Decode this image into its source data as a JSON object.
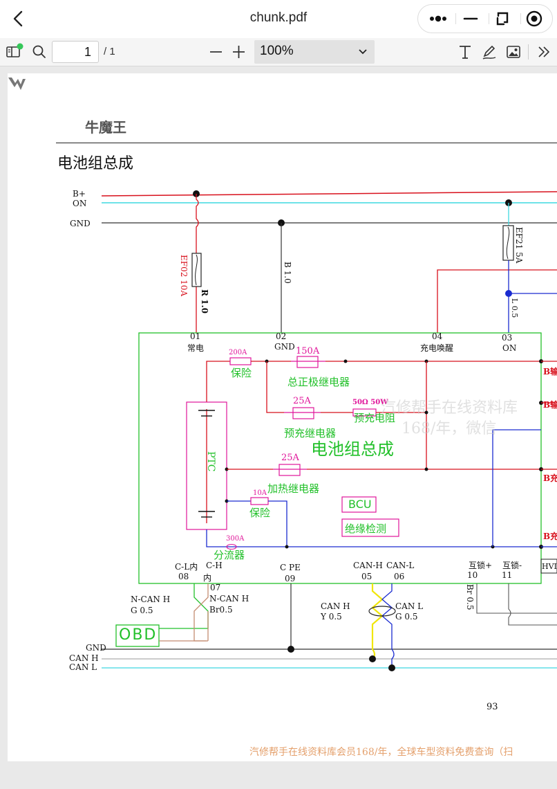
{
  "app": {
    "file_title": "chunk.pdf"
  },
  "toolbar": {
    "page_current": "1",
    "page_total": "/ 1",
    "zoom": "100%"
  },
  "colors": {
    "accent_dot": "#35c759",
    "wire_red": "#d8101c",
    "wire_cyan": "#3fd8e0",
    "wire_green": "#22c02a",
    "wire_blue": "#1a2bd0",
    "wire_magenta": "#e0159a"
  },
  "document": {
    "logo_text": "牛魔王",
    "heading": "电池组总成",
    "page_number": "93",
    "footer": "汽修帮手在线资料库会员168/年，全球车型资料免费查询（扫",
    "watermark_1": "汽修帮手在线资料库",
    "watermark_2": "168/年，微信",
    "rails": {
      "b_plus": "B+",
      "on": "ON",
      "gnd": "GND"
    },
    "fuses": {
      "ef02": "EF02 10A",
      "ef21": "EF21 5A"
    },
    "wires": {
      "r10": "R 1.0",
      "b10": "B 1.0",
      "l05": "L 0.5"
    },
    "pins_top": [
      {
        "num": "01",
        "label": "常电"
      },
      {
        "num": "02",
        "label": "GND"
      },
      {
        "num": "04",
        "label": "充电唤醒"
      },
      {
        "num": "03",
        "label": "ON"
      }
    ],
    "components": {
      "fuse_200a": "200A",
      "fuse_200a_label": "保险",
      "relay_150a": "150A",
      "relay_main_label": "总正极继电器",
      "relay_25a_pre": "25A",
      "relay_pre_label": "预充继电器",
      "resistor_value": "50Ω 50W",
      "resistor_label": "预充电阻",
      "assembly_label": "电池组总成",
      "ptc": "PTC",
      "relay_25a_heat": "25A",
      "relay_heat_label": "加热继电器",
      "fuse_10a": "10A",
      "fuse_10a_label": "保险",
      "bcu": "BCU",
      "insulation": "绝缘检测",
      "shunt_300a": "300A",
      "shunt_label": "分流器"
    },
    "right_labels": [
      "B输",
      "B输",
      "B充",
      "B充"
    ],
    "pins_bottom": [
      {
        "name": "C-L内",
        "num": "08"
      },
      {
        "name": "C-H",
        "num": "内"
      },
      {
        "name": "C PE",
        "num": "09"
      },
      {
        "name": "CAN-H",
        "num": "05"
      },
      {
        "name": "CAN-L",
        "num": "06"
      },
      {
        "name": "互锁+",
        "num": "10"
      },
      {
        "name": "互锁-",
        "num": "11"
      }
    ],
    "hvil": "HVI",
    "pin07": "07",
    "ncan_h_left": "N-CAN H",
    "ncan_h_left_wire": "G 0.5",
    "ncan_h_right": "N-CAN H",
    "ncan_h_right_wire": "Br0.5",
    "obd": "OBD",
    "can_h": "CAN H",
    "can_h_wire": "Y 0.5",
    "can_l": "CAN L",
    "can_l_wire": "G 0.5",
    "br05": "Br 0.5",
    "bottom_rails": {
      "gnd": "GND",
      "can_h": "CAN H",
      "can_l": "CAN L"
    }
  }
}
